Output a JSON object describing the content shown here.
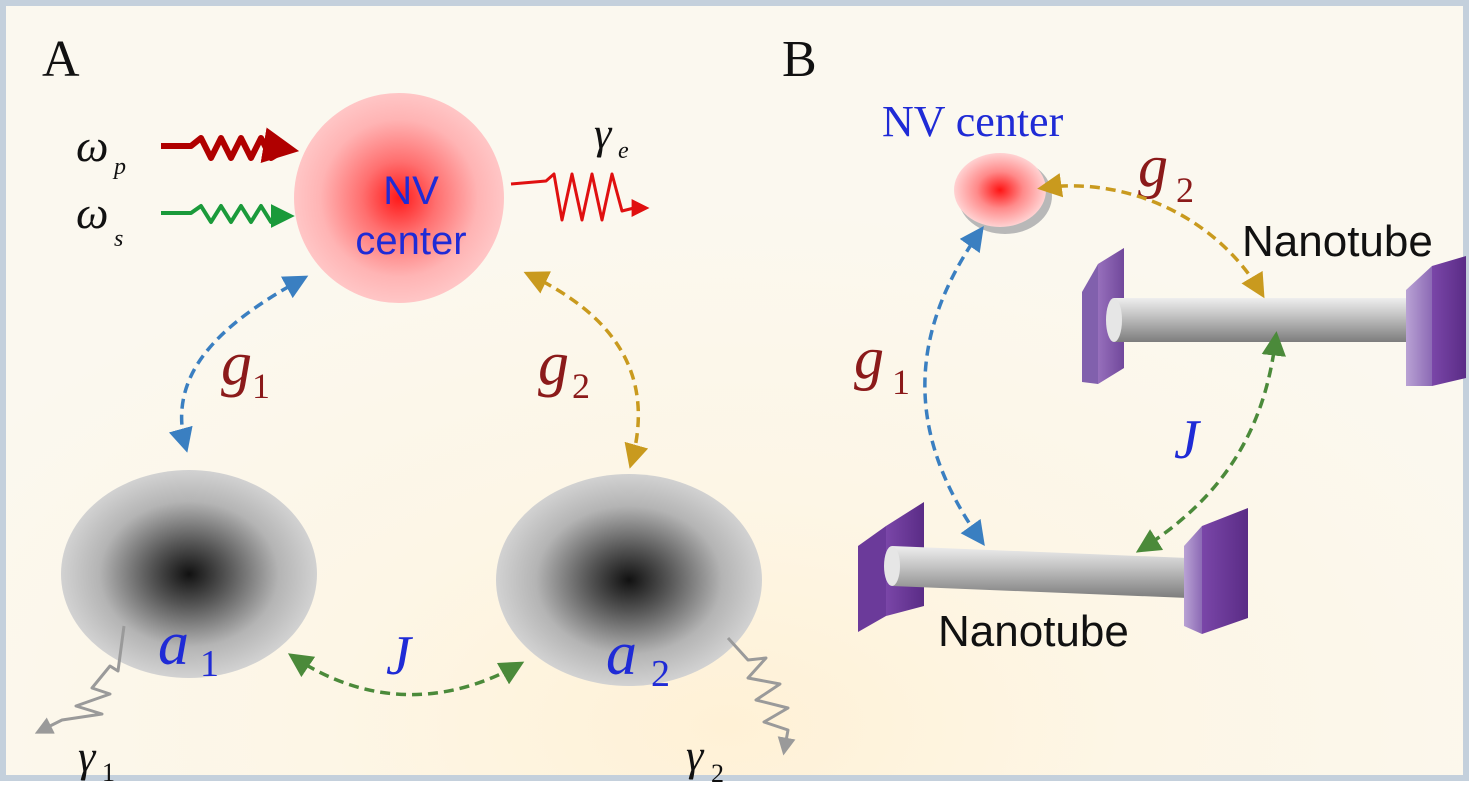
{
  "panelA": {
    "label": "A",
    "nv_line1": "NV",
    "nv_line2": "center",
    "omega": "ω",
    "omega_p_sub": "p",
    "omega_s_sub": "s",
    "gamma": "γ",
    "gamma_e_sub": "e",
    "gamma_1_sub": "1",
    "gamma_2_sub": "2",
    "g": "g",
    "g1_sub": "1",
    "g2_sub": "2",
    "a": "a",
    "a1_sub": "1",
    "a2_sub": "2",
    "J": "J"
  },
  "panelB": {
    "label": "B",
    "nv_label": "NV center",
    "nanotube_top": "Nanotube",
    "nanotube_bottom": "Nanotube",
    "g": "g",
    "g1_sub": "1",
    "g2_sub": "2",
    "J": "J"
  },
  "colors": {
    "coupling_text": "#8b1a1a",
    "mode_text": "#1f2bd6",
    "arrow_blue": "#3a7fc1",
    "arrow_gold": "#c99a1e",
    "arrow_green": "#4b8a3a",
    "pump_red": "#b00000",
    "probe_green": "#1a9a3a",
    "decay_red": "#e01010",
    "decay_gray": "#9a9a9a",
    "nanotube_clamp": "#6b3a9a"
  }
}
